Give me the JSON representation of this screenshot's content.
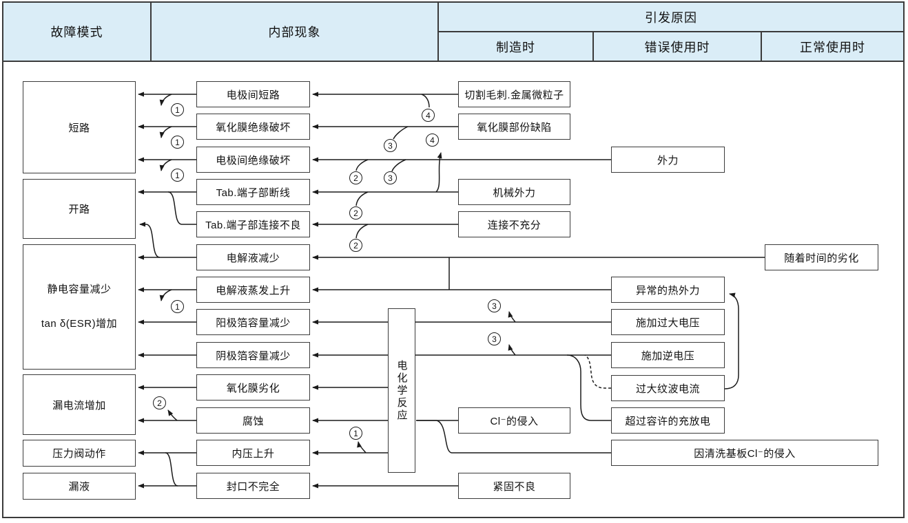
{
  "header": {
    "col_failure_mode": "故障模式",
    "col_internal_phenomenon": "内部现象",
    "col_cause": "引发原因",
    "sub_manufacturing": "制造时",
    "sub_misuse": "错误使用时",
    "sub_normal_use": "正常使用时"
  },
  "failure_modes": {
    "short_circuit": "短路",
    "open_circuit": "开路",
    "capacitance_decrease": "静电容量减少",
    "esr_increase": "tan δ(ESR)增加",
    "leakage_current_increase": "漏电流增加",
    "pressure_valve_action": "压力阀动作",
    "liquid_leakage": "漏液"
  },
  "internal_phenomena": [
    "电极间短路",
    "氧化膜绝缘破坏",
    "电极间绝缘破坏",
    "Tab.端子部断线",
    "Tab.端子部连接不良",
    "电解液减少",
    "电解液蒸发上升",
    "阳极箔容量减少",
    "阴极箔容量减少",
    "氧化膜劣化",
    "腐蚀",
    "内压上升",
    "封口不完全"
  ],
  "causes_manufacturing": [
    "切割毛刺.金属微粒子",
    "氧化膜部份缺陷",
    "机械外力",
    "连接不充分",
    "Cl⁻的侵入",
    "紧固不良"
  ],
  "causes_misuse": [
    "外力",
    "异常的热外力",
    "施加过大电压",
    "施加逆电压",
    "过大纹波电流",
    "超过容许的充放电"
  ],
  "causes_normal_use": [
    "随着时间的劣化"
  ],
  "cause_wide": "因清洗基板Cl⁻的侵入",
  "hub_label": "电化学反应",
  "connector_labels": {
    "n1": "1",
    "n2": "2",
    "n3": "3",
    "n4": "4"
  },
  "colors": {
    "header_bg": "#daedf7",
    "line": "#1a1a1a",
    "border": "#3a3a3a",
    "box_bg": "#ffffff"
  }
}
